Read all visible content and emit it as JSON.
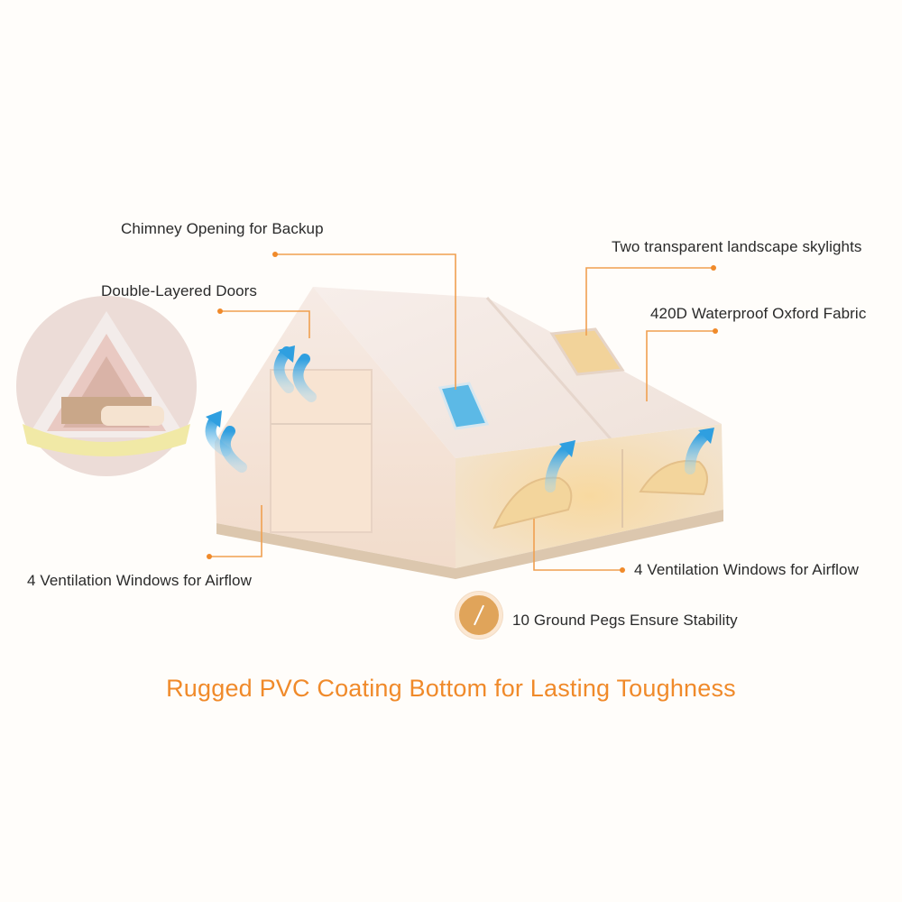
{
  "callouts": {
    "chimney": "Chimney Opening for Backup",
    "skylights": "Two transparent landscape skylights",
    "doors": "Double-Layered Doors",
    "fabric": "420D Waterproof Oxford Fabric",
    "vent_left": "4 Ventilation Windows for Airflow",
    "vent_right": "4 Ventilation Windows for Airflow",
    "pegs": "10 Ground Pegs Ensure Stability"
  },
  "headline": "Rugged PVC Coating Bottom for Lasting Toughness",
  "colors": {
    "accent": "#f08a2a",
    "leader_line": "#f0a050",
    "tent_fabric": "#f7ece4",
    "tent_glow": "#f6d7a2",
    "airflow_arrow": "#62bbe8"
  },
  "icons": [
    "ground-peg-icon",
    "airflow-arrow-icon"
  ]
}
